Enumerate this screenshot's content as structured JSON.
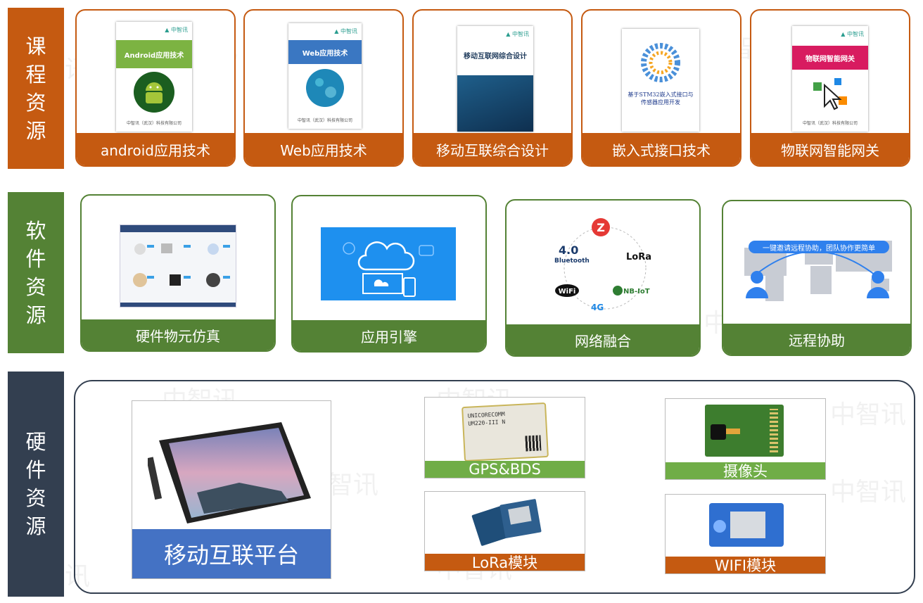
{
  "categories": {
    "course": {
      "label": "课程资源",
      "color": "#c55a11"
    },
    "software": {
      "label": "软件资源",
      "color": "#548235"
    },
    "hardware": {
      "label": "硬件资源",
      "color": "#333f50"
    }
  },
  "courses": [
    {
      "label": "android应用技术",
      "cover_title": "Android应用技术"
    },
    {
      "label": "Web应用技术",
      "cover_title": "Web应用技术"
    },
    {
      "label": "移动互联综合设计",
      "cover_title": "移动互联网综合设计"
    },
    {
      "label": "嵌入式接口技术",
      "cover_title": "基于STM32嵌入式接口与传感器应用开发"
    },
    {
      "label": "物联网智能网关",
      "cover_title": "物联网智能网关"
    }
  ],
  "software": [
    {
      "label": "硬件物元仿真"
    },
    {
      "label": "应用引擎"
    },
    {
      "label": "网络融合",
      "protocols": [
        "4.0",
        "Bluetooth",
        "Z",
        "LoRa",
        "WiFi",
        "NB-IoT",
        "4G"
      ]
    },
    {
      "label": "远程协助",
      "banner": "一键邀请远程协助，团队协作更简单"
    }
  ],
  "hardware": {
    "platform": "移动互联平台",
    "modules": [
      {
        "label": "GPS&BDS",
        "chip_text": "UNICORECOMM UM220-III N"
      },
      {
        "label": "摄像头"
      },
      {
        "label": "LoRa模块"
      },
      {
        "label": "WIFI模块"
      }
    ]
  },
  "watermark": "中智讯",
  "colors": {
    "orange": "#c55a11",
    "green": "#548235",
    "navy": "#333f50",
    "blue": "#4472c4",
    "lime": "#70ad47"
  }
}
